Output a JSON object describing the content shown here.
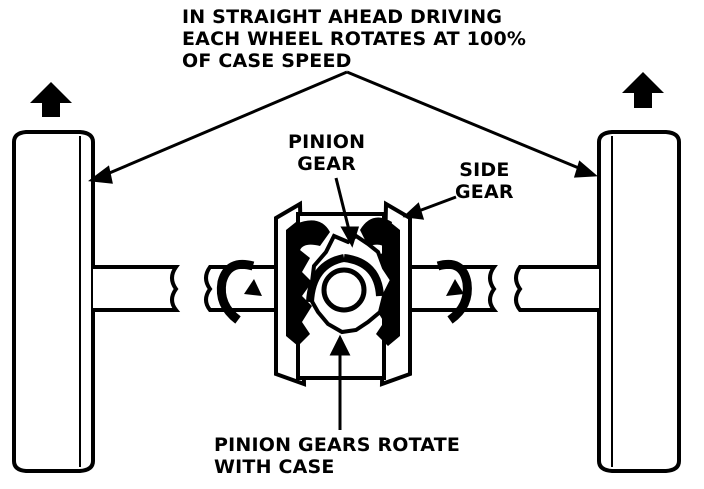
{
  "labels": {
    "title": [
      "IN STRAIGHT AHEAD DRIVING",
      "EACH WHEEL ROTATES AT 100%",
      "OF CASE SPEED"
    ],
    "pinion_gear": [
      "PINION",
      "GEAR"
    ],
    "side_gear": [
      "SIDE",
      "GEAR"
    ],
    "bottom": [
      "PINION GEARS ROTATE",
      "WITH CASE"
    ]
  },
  "colors": {
    "ink": "#000000",
    "paper": "#ffffff"
  }
}
